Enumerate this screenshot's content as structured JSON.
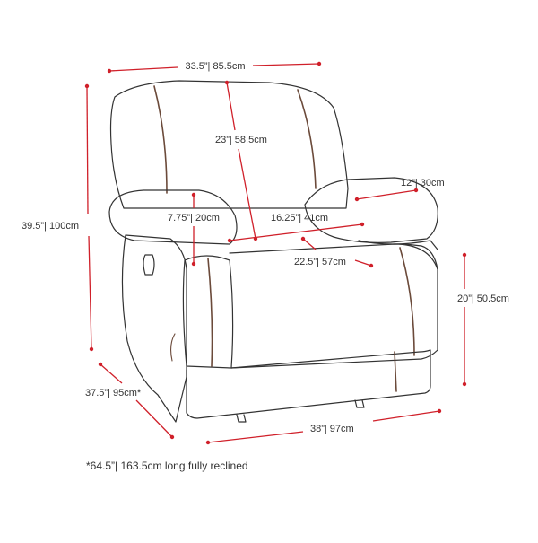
{
  "colors": {
    "dimension_line": "#d0202a",
    "outline": "#333333",
    "seam": "#6b4a3a",
    "background": "#ffffff"
  },
  "dimensions": {
    "width_top": "33.5”| 85.5cm",
    "back_height": "23”| 58.5cm",
    "arm_width": "12”| 30cm",
    "total_height": "39.5”| 100cm",
    "arm_height": "7.75”| 20cm",
    "seat_width": "16.25”| 41cm",
    "seat_depth": "22.5”| 57cm",
    "seat_height": "20”| 50.5cm",
    "depth": "37.5”| 95cm*",
    "width_bottom": "38”| 97cm"
  },
  "footnote": "*64.5”| 163.5cm long fully reclined",
  "icons": [
    "recliner-chair-drawing",
    "recline-lever-icon"
  ]
}
